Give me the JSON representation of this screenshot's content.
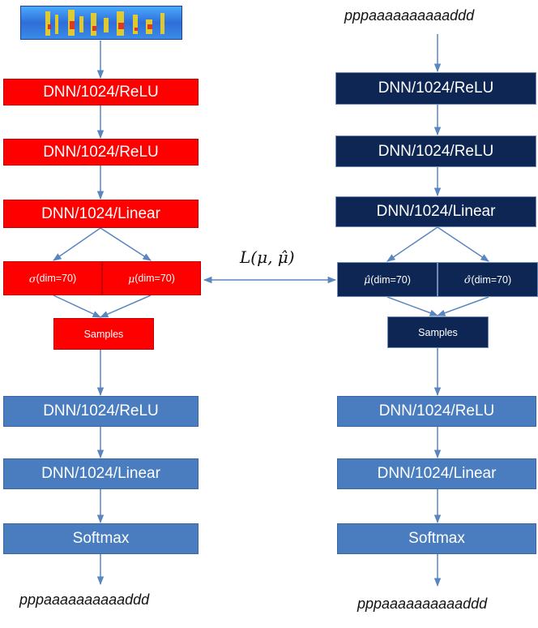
{
  "left": {
    "input_icon": "spectrogram-image",
    "layers": [
      "DNN/1024/ReLU",
      "DNN/1024/ReLU",
      "DNN/1024/Linear"
    ],
    "sigma": {
      "symbol": "σ",
      "label": " (dim=70)"
    },
    "mu": {
      "symbol": "μ",
      "label": " (dim=70)"
    },
    "samples": "Samples",
    "decoder": [
      "DNN/1024/ReLU",
      "DNN/1024/Linear",
      "Softmax"
    ],
    "output": "pppaaaaaaaaaaddd"
  },
  "right": {
    "input": "pppaaaaaaaaaaddd",
    "layers": [
      "DNN/1024/ReLU",
      "DNN/1024/ReLU",
      "DNN/1024/Linear"
    ],
    "mu_hat": {
      "symbol": "μ̂",
      "label": " (dim=70)"
    },
    "sigma_hat": {
      "symbol": "σ̂",
      "label": " (dim=70)"
    },
    "samples": "Samples",
    "decoder": [
      "DNN/1024/ReLU",
      "DNN/1024/Linear",
      "Softmax"
    ],
    "output": "pppaaaaaaaaaaddd"
  },
  "loss_label": "L(μ, μ̂)",
  "colors": {
    "encoder_left": "#ff0000",
    "encoder_right": "#0e2653",
    "decoder": "#4a7dbf",
    "arrow": "#5a86c0"
  }
}
